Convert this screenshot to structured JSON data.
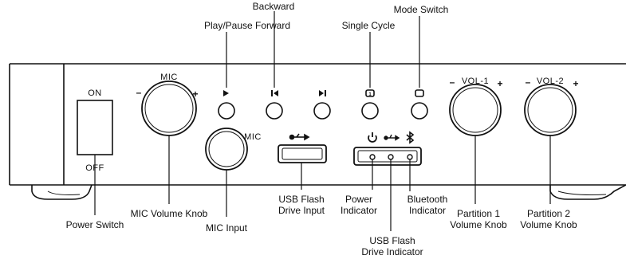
{
  "colors": {
    "ink": "#111111",
    "panel": "#ffffff",
    "background": "#ffffff"
  },
  "panel": {
    "on_label": "ON",
    "off_label": "OFF",
    "mic_knob_label": "MIC",
    "mic_input_label": "MIC",
    "vol1_label": "VOL-1",
    "vol2_label": "VOL-2",
    "minus": "–",
    "plus": "+"
  },
  "icons": {
    "usb": "usb-icon",
    "power": "power-icon",
    "bluetooth": "bluetooth-icon",
    "play": "play-pause-forward-icon",
    "prev": "previous-icon",
    "next": "next-icon",
    "single_cycle": "single-cycle-icon",
    "mode": "mode-switch-icon"
  },
  "callouts": {
    "play_pause_forward": "Play/Pause Forward",
    "backward": "Backward",
    "single_cycle": "Single Cycle",
    "mode_switch": "Mode Switch",
    "power_switch": "Power Switch",
    "mic_volume_knob": "MIC Volume Knob",
    "mic_input": "MIC Input",
    "usb_input_line1": "USB Flash",
    "usb_input_line2": "Drive Input",
    "power_indicator_line1": "Power",
    "power_indicator_line2": "Indicator",
    "usb_indicator_line1": "USB Flash",
    "usb_indicator_line2": "Drive Indicator",
    "bluetooth_indicator_line1": "Bluetooth",
    "bluetooth_indicator_line2": "Indicator",
    "partition1_line1": "Partition 1",
    "partition1_line2": "Volume Knob",
    "partition2_line1": "Partition 2",
    "partition2_line2": "Volume Knob"
  }
}
